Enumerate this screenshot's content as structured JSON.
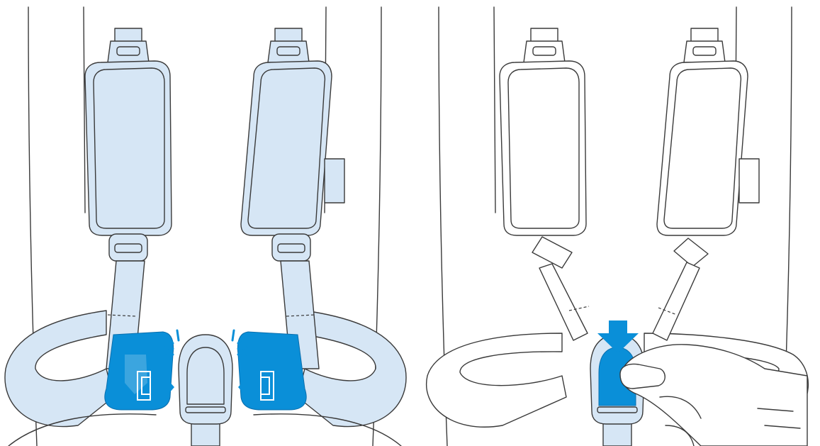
{
  "illustration": {
    "panels": [
      {
        "id": "left",
        "content": "harness-buckle-release"
      },
      {
        "id": "right",
        "content": "press-center-button"
      }
    ],
    "colors": {
      "strap_fill": "#d6e6f5",
      "accent": "#0a8fd8",
      "outline": "#3a3a3a",
      "background": "#ffffff"
    },
    "icons": [
      "arrow-right-icon",
      "arrow-left-icon",
      "arrow-down-icon",
      "click-burst-icon",
      "hand-icon"
    ]
  }
}
